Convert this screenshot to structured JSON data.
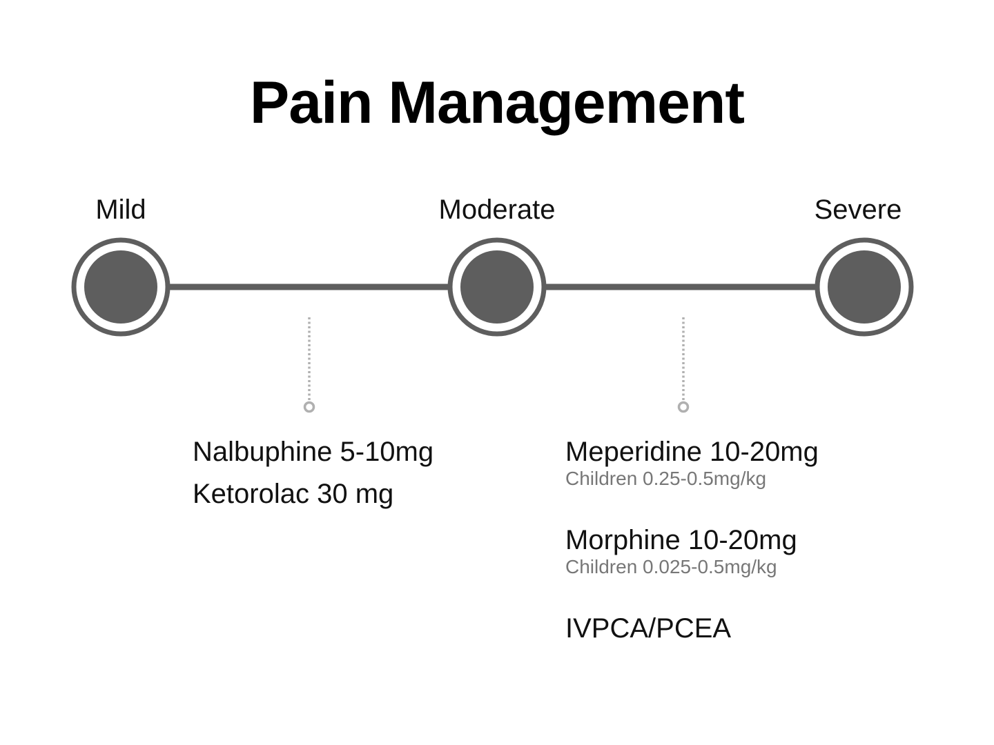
{
  "title": "Pain Management",
  "levels": [
    {
      "label": "Mild"
    },
    {
      "label": "Moderate"
    },
    {
      "label": "Severe"
    }
  ],
  "left_group": {
    "drugs": [
      {
        "name": "Nalbuphine 5-10mg"
      },
      {
        "name": "Ketorolac 30 mg"
      }
    ]
  },
  "right_group": {
    "drugs": [
      {
        "name": "Meperidine 10-20mg",
        "note": "Children 0.25-0.5mg/kg"
      },
      {
        "name": "Morphine 10-20mg",
        "note": "Children 0.025-0.5mg/kg"
      },
      {
        "name": "IVPCA/PCEA"
      }
    ]
  },
  "colors": {
    "node_fill": "#5e5e5e",
    "line": "#5e5e5e",
    "connector": "#b0b0b0"
  }
}
